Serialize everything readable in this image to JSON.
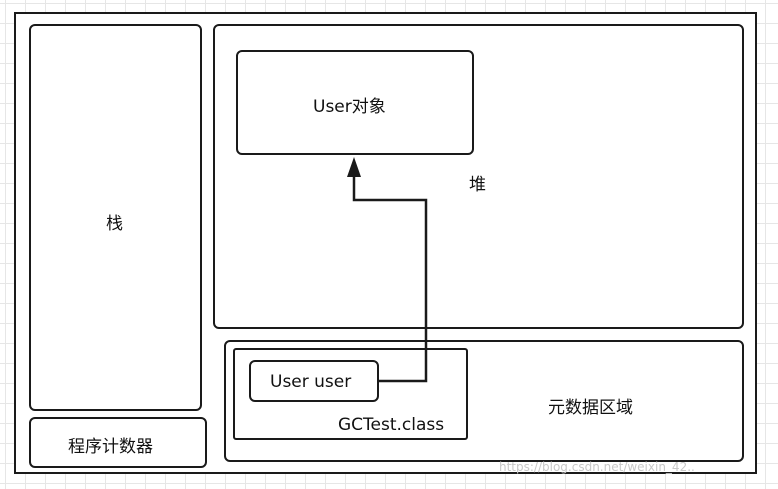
{
  "diagram": {
    "stack_label": "栈",
    "program_counter_label": "程序计数器",
    "heap_label": "堆",
    "user_object_label": "User对象",
    "metadata_area_label": "元数据区域",
    "class_label": "GCTest.class",
    "user_ref_label": "User user",
    "watermark": "https://blog.csdn.net/weixin_42.."
  },
  "colors": {
    "stroke": "#1a1a1a",
    "grid": "#e6e6e6",
    "background": "#ffffff"
  }
}
